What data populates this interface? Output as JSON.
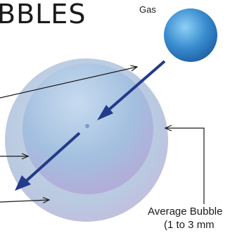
{
  "title": "BBLES",
  "labels": {
    "gas": "Gas",
    "average_bubble": "Average Bubble",
    "size_range": "(1 to 3 mm"
  }
}
